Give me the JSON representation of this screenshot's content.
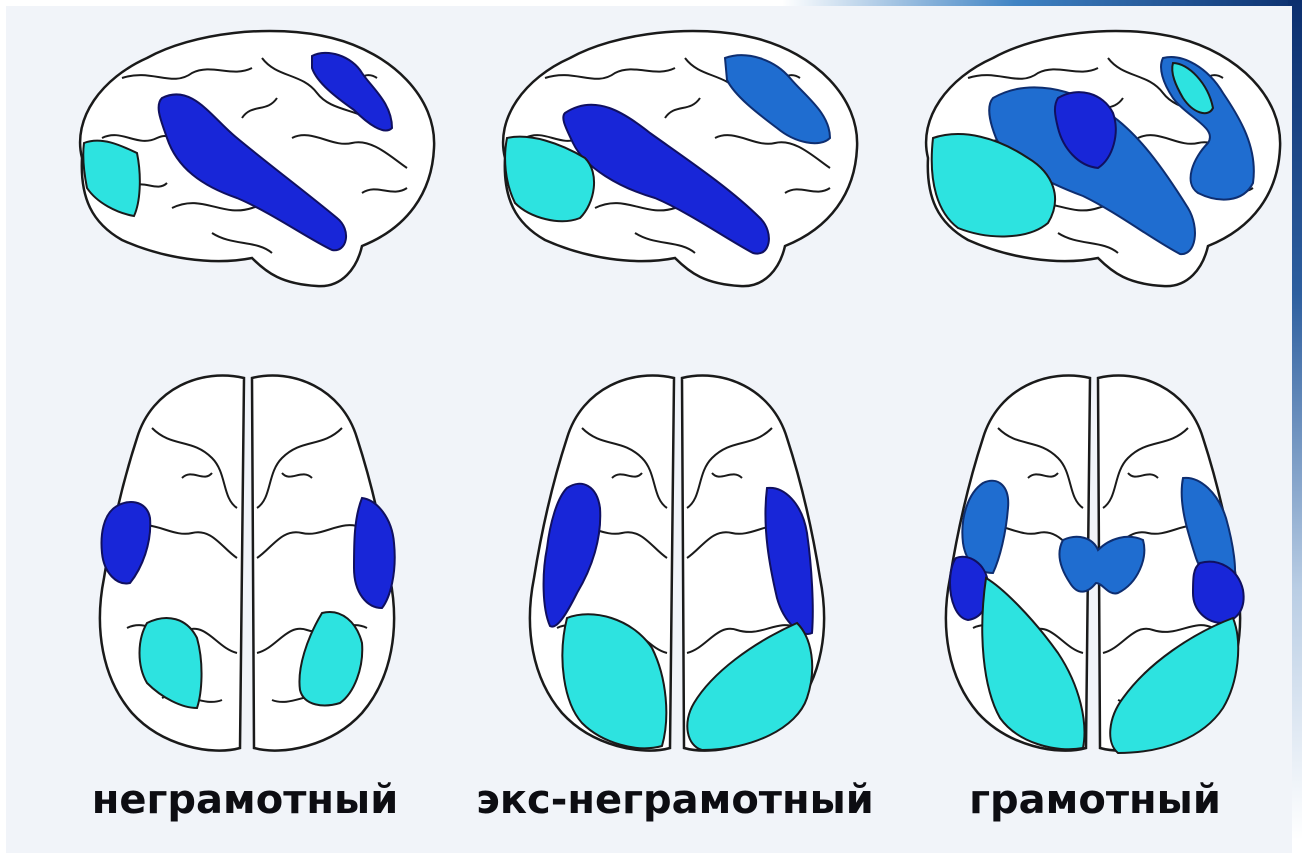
{
  "colors": {
    "background": "#f1f4f9",
    "outline": "#1a1a1a",
    "brain_fill": "#ffffff",
    "dark_blue": "#1826d8",
    "medium_blue": "#1f6dd0",
    "cyan": "#2de3e0"
  },
  "columns": [
    {
      "label": "неграмотный"
    },
    {
      "label": "экс-неграмотный"
    },
    {
      "label": "грамотный"
    }
  ]
}
